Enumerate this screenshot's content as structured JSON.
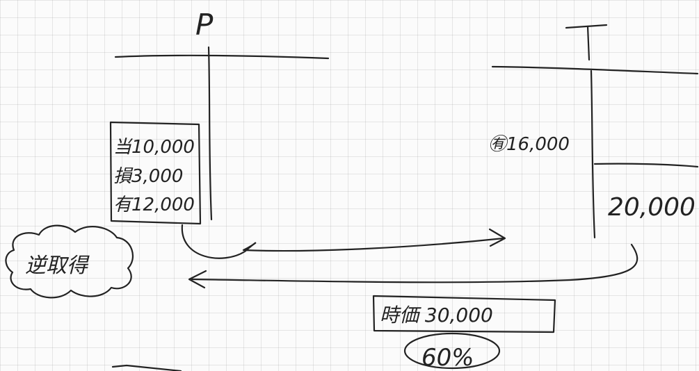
{
  "companies": {
    "parent": {
      "label": "P"
    },
    "target": {
      "label": "T"
    }
  },
  "parent_box": {
    "lines": [
      "当10,000",
      "損3,000",
      "有12,000"
    ]
  },
  "target_side": {
    "debit_label": "㊒16,000",
    "credit_value": "20,000"
  },
  "note_cloud": {
    "label": "逆取得"
  },
  "fair_value_box": {
    "label": "時価 30,000"
  },
  "percent_ellipse": {
    "label": "60%"
  }
}
